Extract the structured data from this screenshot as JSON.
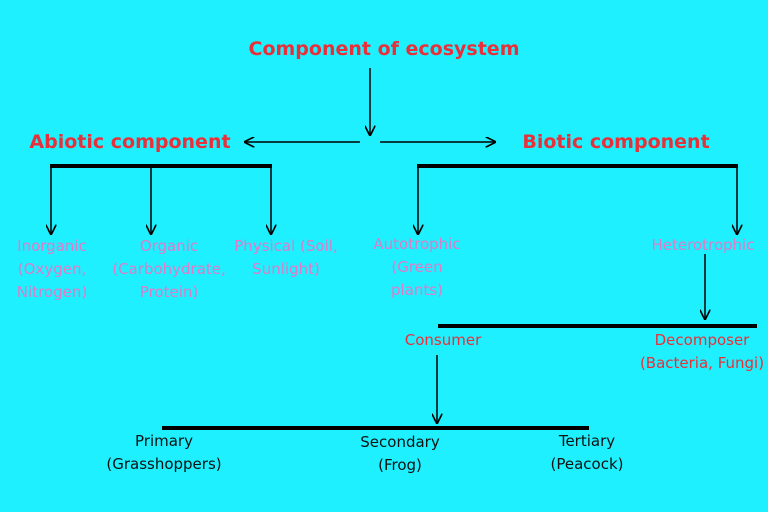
{
  "title": "Component of ecosystem",
  "abiotic": {
    "label": "Abiotic component",
    "children": [
      {
        "line1": "Inorganic",
        "line2": "(Oxygen,",
        "line3": "Nitrogen)"
      },
      {
        "line1": "Organic",
        "line2": "(Carbohydrate,",
        "line3": "Protein)"
      },
      {
        "line1": "Physical (Soil,",
        "line2": "Sunlight)"
      }
    ]
  },
  "biotic": {
    "label": "Biotic component",
    "autotrophic": {
      "line1": "Autotrophic",
      "line2": "(Green",
      "line3": "plants)"
    },
    "heterotrophic": "Heterotrophic"
  },
  "heterotrophic_children": {
    "consumer": "Consumer",
    "decomposer": {
      "line1": "Decomposer",
      "line2": "(Bacteria, Fungi)"
    }
  },
  "consumer_children": [
    {
      "line1": "Primary",
      "line2": "(Grasshoppers)"
    },
    {
      "line1": "Secondary",
      "line2": "(Frog)"
    },
    {
      "line1": "Tertiary",
      "line2": "(Peacock)"
    }
  ],
  "colors": {
    "background": "#1ef0ff",
    "heading_red": "#e8303a",
    "leaf_pink": "#e07bc8",
    "line_black": "#000000"
  }
}
